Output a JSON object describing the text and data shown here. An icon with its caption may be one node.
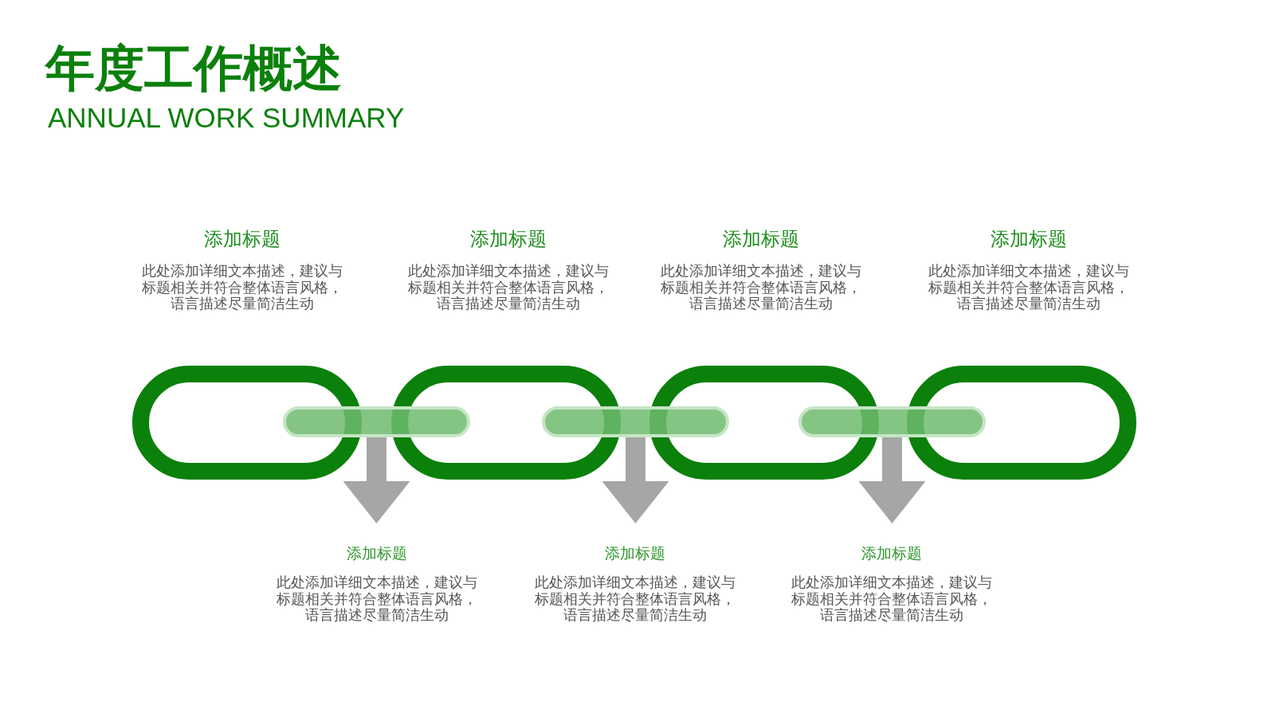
{
  "diagram": {
    "title": "年度工作概述",
    "nodes": [
      {
        "text": [],
        "shape": "ring",
        "beside": [
          "添加标题",
          "此处添加详细文本描述，建议与标题相关并符合整体语言风格，语言描述尽量简洁生动"
        ]
      },
      {
        "text": [],
        "shape": "ring",
        "beside": [
          "添加标题",
          "此处添加详细文本描述，建议与标题相关并符合整体语言风格，语言描述尽量简洁生动"
        ]
      },
      {
        "text": [],
        "shape": "ring",
        "beside": [
          "添加标题",
          "此处添加详细文本描述，建议与标题相关并符合整体语言风格，语言描述尽量简洁生动"
        ]
      },
      {
        "text": [],
        "shape": "ring",
        "beside": [
          "添加标题",
          "此处添加详细文本描述，建议与标题相关并符合整体语言风格，语言描述尽量简洁生动"
        ]
      },
      {
        "text": [],
        "shape": "bar"
      },
      {
        "text": [],
        "shape": "bar"
      },
      {
        "text": [],
        "shape": "bar"
      },
      {
        "text": [
          "添加标题",
          "此处添加详细文本描述，建议与标题相关并符合整体语言风格，语言描述尽量简洁生动"
        ]
      },
      {
        "text": [
          "添加标题",
          "此处添加详细文本描述，建议与标题相关并符合整体语言风格，语言描述尽量简洁生动"
        ]
      },
      {
        "text": [
          "添加标题",
          "此处添加详细文本描述，建议与标题相关并符合整体语言风格，语言描述尽量简洁生动"
        ]
      }
    ],
    "edges": [
      {
        "from": 4,
        "to": 7,
        "arrow": "to"
      },
      {
        "from": 5,
        "to": 8,
        "arrow": "to"
      },
      {
        "from": 6,
        "to": 9,
        "arrow": "to"
      }
    ],
    "labels": [
      "ANNUAL WORK SUMMARY"
    ]
  }
}
